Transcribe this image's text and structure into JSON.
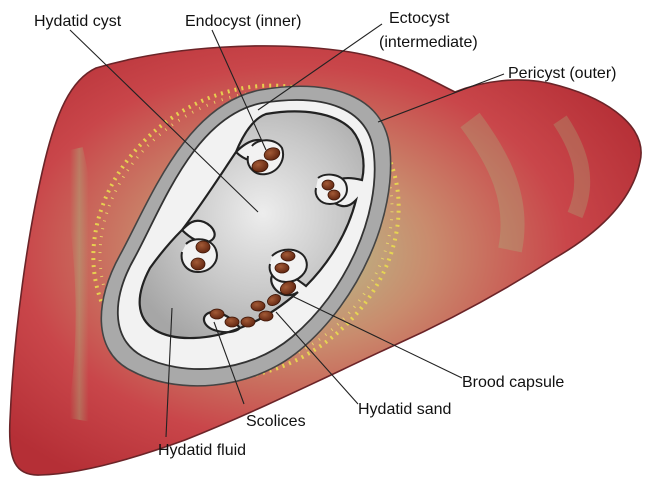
{
  "labels": {
    "hydatid_cyst": "Hydatid cyst",
    "endocyst": "Endocyst (inner)",
    "ectocyst_line1": "Ectocyst",
    "ectocyst_line2": "(intermediate)",
    "pericyst": "Pericyst (outer)",
    "brood_capsule": "Brood capsule",
    "hydatid_sand": "Hydatid sand",
    "scolices": "Scolices",
    "hydatid_fluid": "Hydatid fluid"
  },
  "colors": {
    "liver": "#c93a40",
    "liver_highlight": "#8fbf7a",
    "pericyst": "#a9a9a9",
    "ectocyst": "#f2f2f2",
    "fluid": "#c7c7c7",
    "scolex": "#7a2f1a",
    "sand_dots": "#e8d84a"
  }
}
